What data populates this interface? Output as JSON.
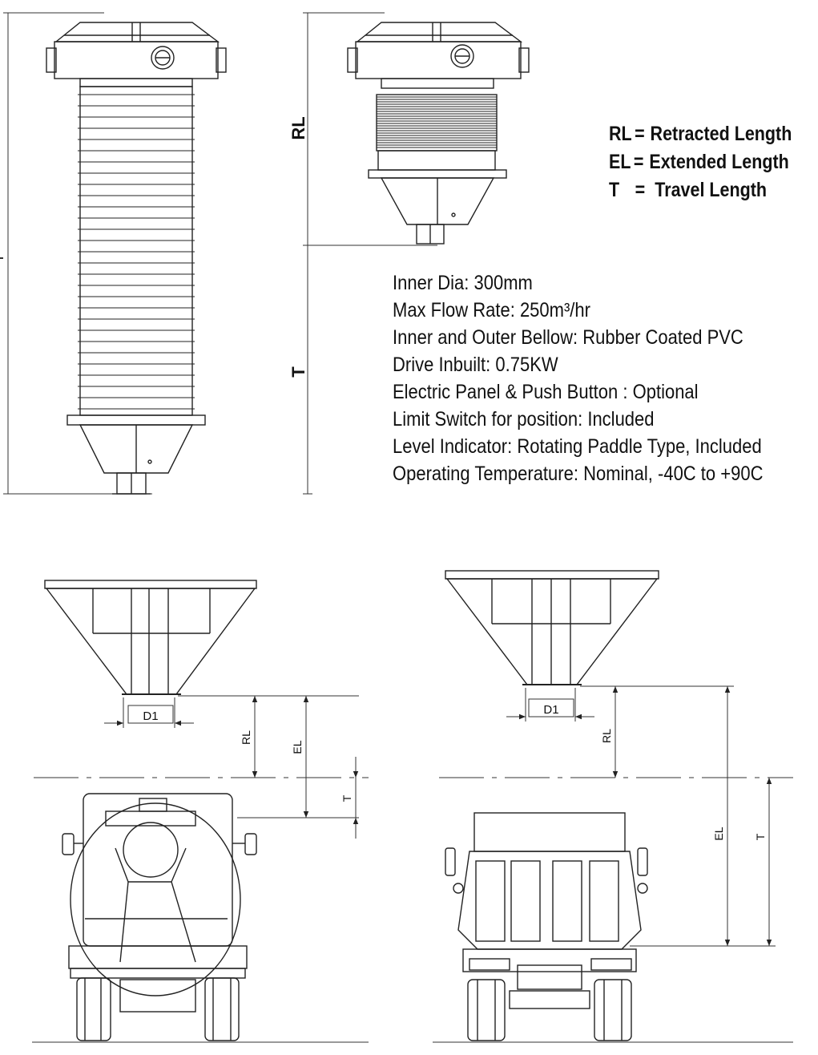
{
  "legend": [
    {
      "abbr": "RL",
      "eq": "=",
      "text": "Retracted Length"
    },
    {
      "abbr": "EL",
      "eq": "=",
      "text": "Extended Length"
    },
    {
      "abbr": "T",
      "eq": "=",
      "text": "Travel Length"
    }
  ],
  "specs": [
    {
      "label": "Inner Dia",
      "value": "300mm"
    },
    {
      "label": "Max Flow Rate",
      "value": "250m³/hr"
    },
    {
      "label": "Inner and Outer Bellow",
      "value": "Rubber Coated PVC"
    },
    {
      "label": "Drive Inbuilt",
      "value": "0.75KW"
    },
    {
      "label": "Electric Panel & Push Button ",
      "value": "Optional"
    },
    {
      "label": "Limit Switch for position",
      "value": "Included"
    },
    {
      "label": "Level Indicator",
      "value": "Rotating Paddle Type, Included"
    },
    {
      "label": "Operating Temperature",
      "value": "Nominal, -40C to +90C"
    }
  ],
  "dimension_labels": {
    "rl": "RL",
    "t": "T",
    "el": "EL",
    "d1": "D1"
  }
}
